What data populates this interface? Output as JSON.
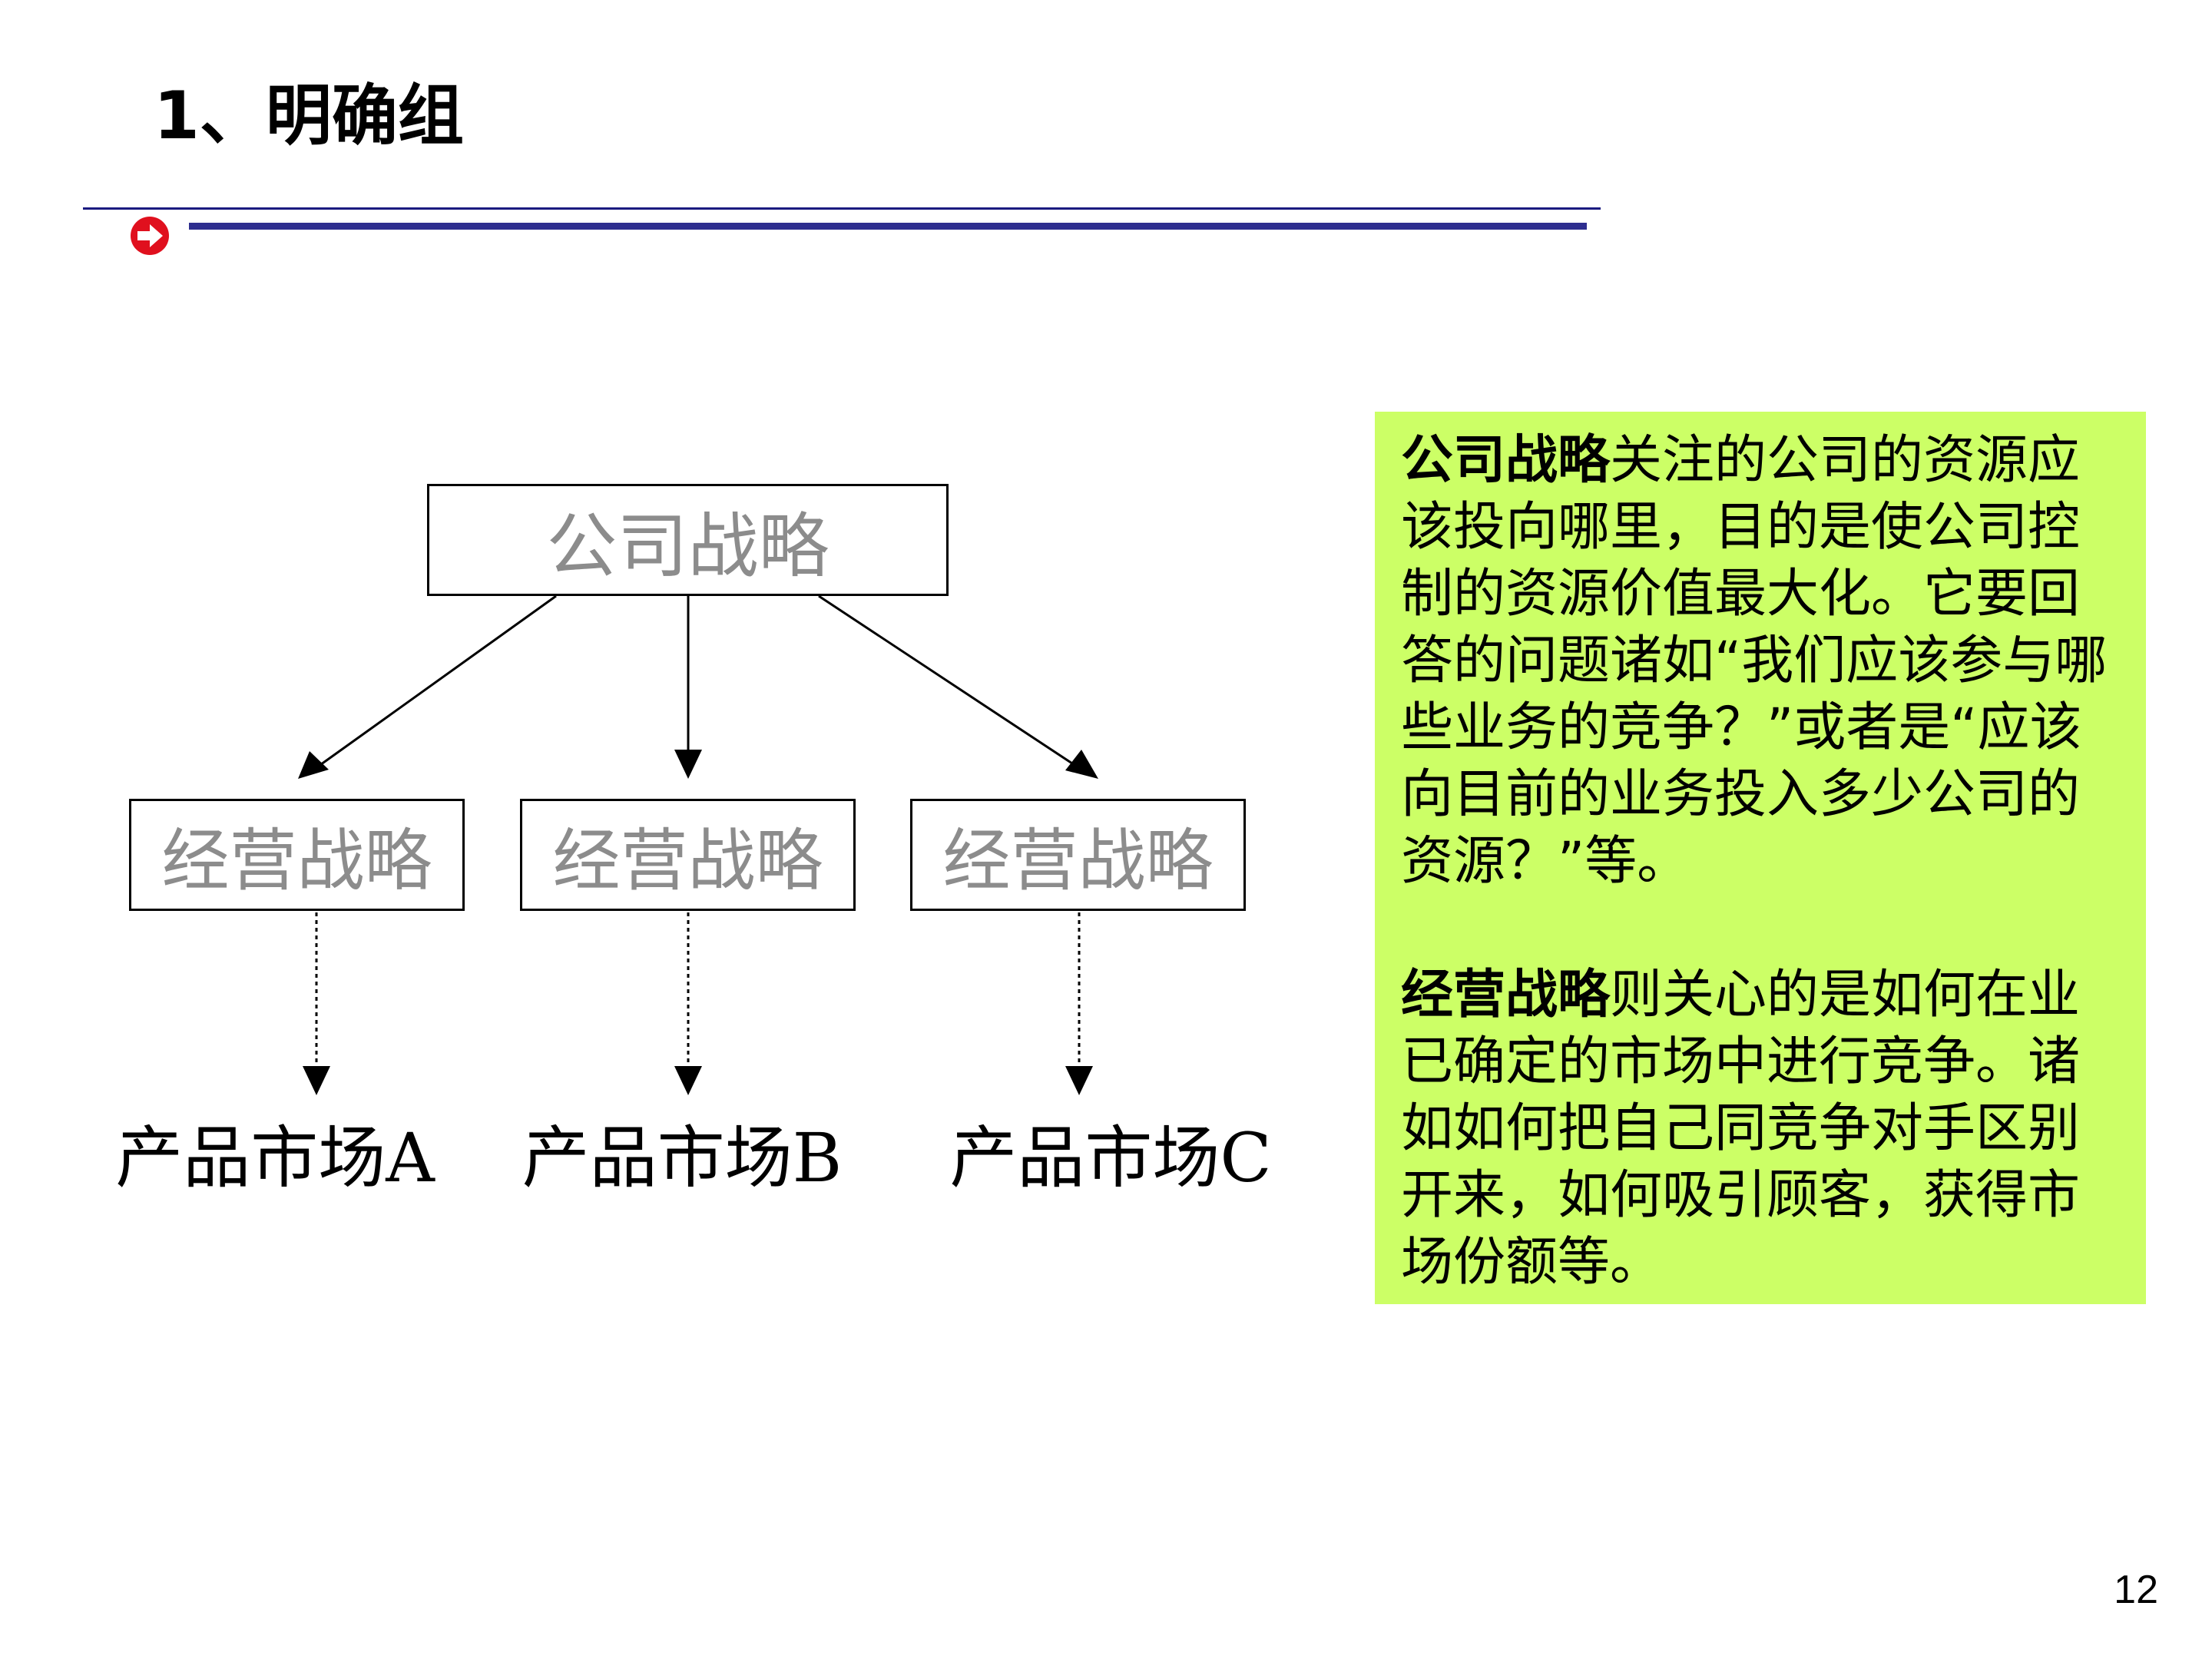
{
  "slide": {
    "title": "1、明确组",
    "page_number": "12"
  },
  "diagram": {
    "root": "公司战略",
    "business_units": [
      "经营战略",
      "经营战略",
      "经营战略"
    ],
    "markets": [
      "产品市场A",
      "产品市场B",
      "产品市场C"
    ]
  },
  "note": {
    "corporate_term": "公司战略",
    "corporate_text": "关注的公司的资源应该投向哪里，目的是使公司控制的资源价值最大化。它要回答的问题诸如“我们应该参与哪些业务的竞争？”或者是“应该向目前的业务投入多少公司的资源？”等。",
    "business_term": "经营战略",
    "business_text": "则关心的是如何在业已确定的市场中进行竞争。诸如如何把自己同竞争对手区别开来，如何吸引顾客，获得市场份额等。"
  },
  "colors": {
    "note_background": "#ccff66",
    "rule": "#2e2e8f",
    "bullet": "#e0101e",
    "node_text": "#8c8c8c"
  }
}
